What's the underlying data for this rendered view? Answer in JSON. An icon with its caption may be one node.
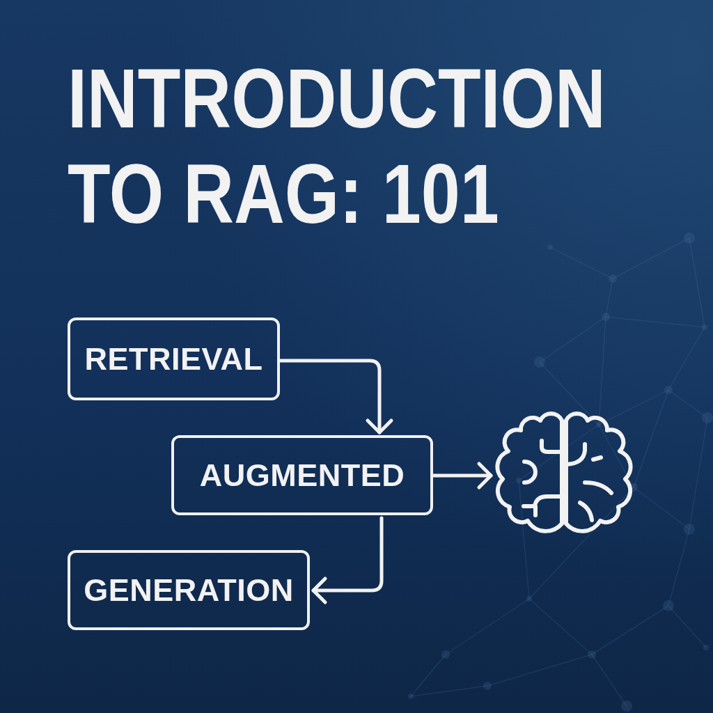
{
  "diagram": {
    "title": "INTRODUCTION TO RAG: 101",
    "nodes": [
      {
        "text": [
          "RETRIEVAL"
        ]
      },
      {
        "text": [
          "AUGMENTED"
        ]
      },
      {
        "text": [
          "GENERATION"
        ]
      },
      {
        "text": [],
        "shape": "picture"
      }
    ],
    "edges": [
      {
        "from": 0,
        "to": 1,
        "arrow": "to"
      },
      {
        "from": 1,
        "to": 3,
        "arrow": "to"
      },
      {
        "from": 1,
        "to": 2,
        "arrow": "to"
      }
    ]
  }
}
